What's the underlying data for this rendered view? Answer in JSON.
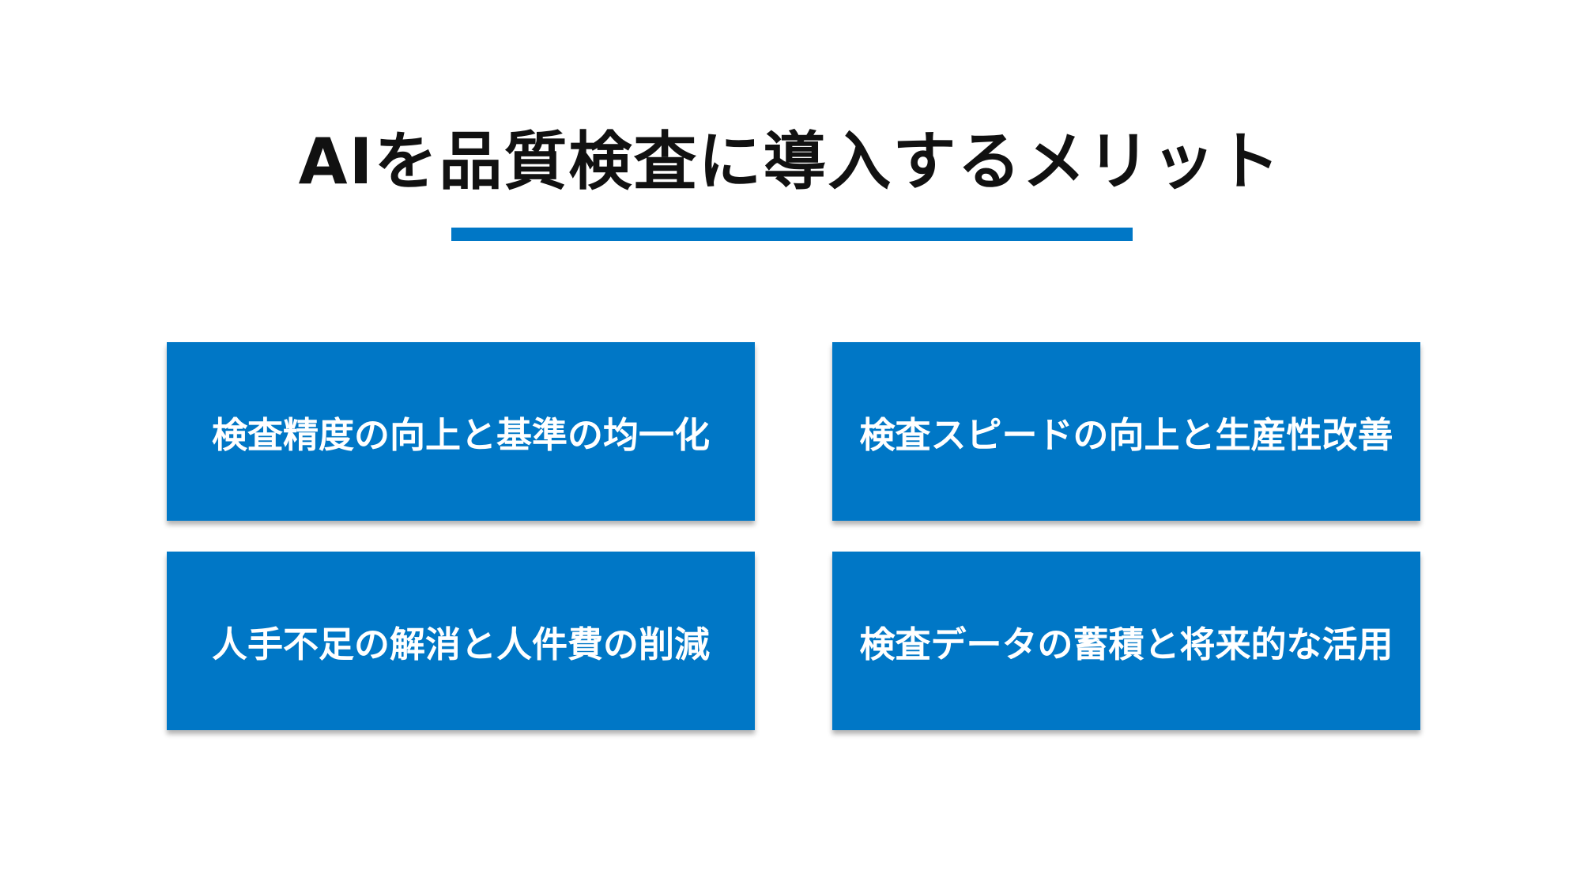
{
  "title": "AIを品質検査に導入するメリット",
  "accent_color": "#0077c6",
  "cards": [
    {
      "label": "検査精度の向上と基準の均一化"
    },
    {
      "label": "検査スピードの向上と生産性改善"
    },
    {
      "label": "人手不足の解消と人件費の削減"
    },
    {
      "label": "検査データの蓄積と将来的な活用"
    }
  ]
}
